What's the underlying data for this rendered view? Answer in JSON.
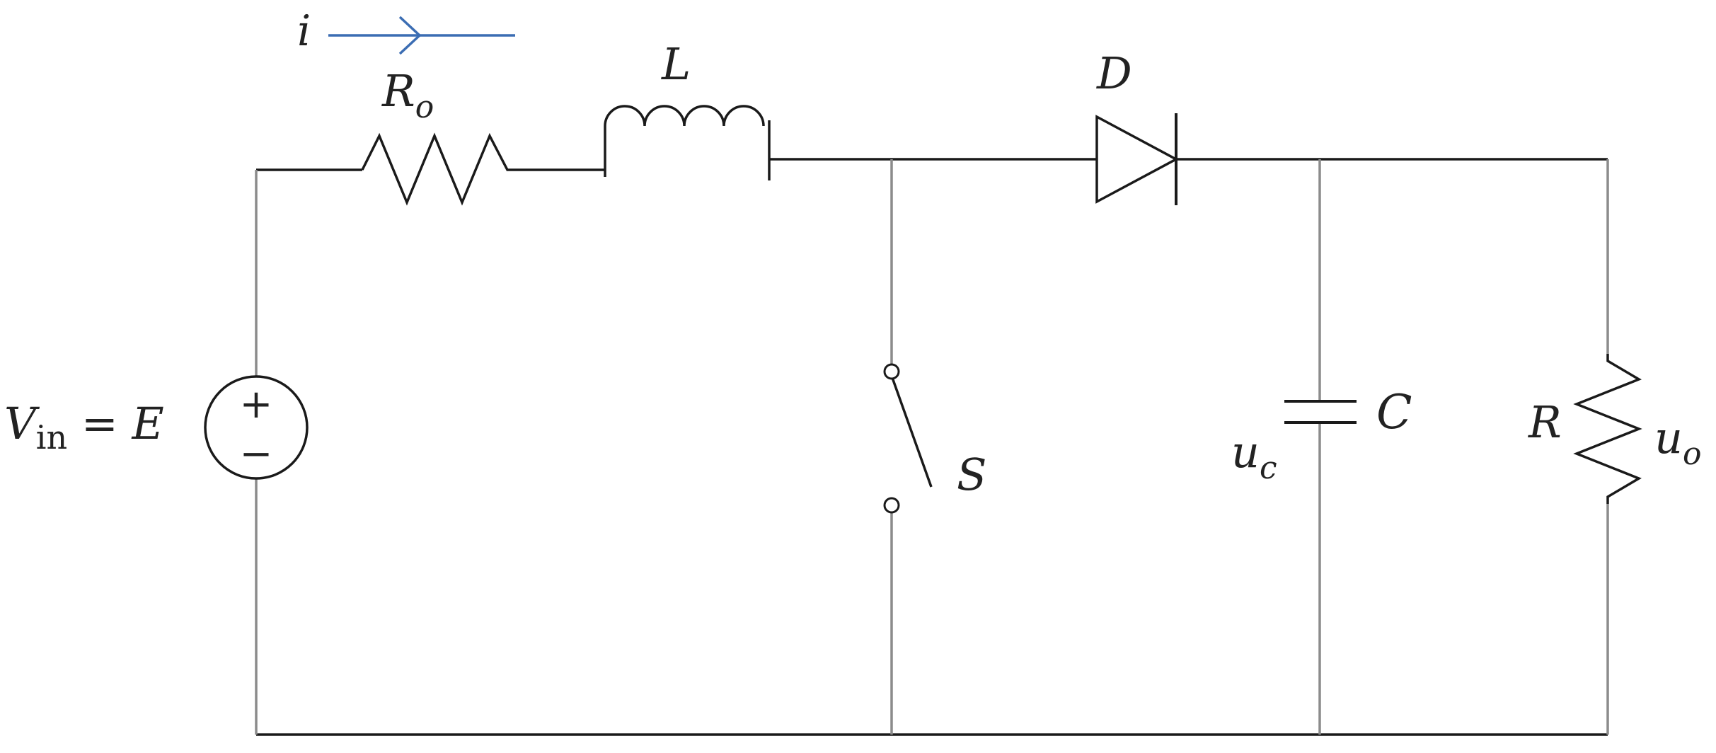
{
  "diagram": {
    "type": "circuit-schematic",
    "colors": {
      "wire_dark": "#1a1a1a",
      "wire_grey": "#8c8c8c",
      "current_arrow": "#3b6db3",
      "text": "#222222",
      "background": "#ffffff"
    },
    "labels": {
      "current": "i",
      "resistor_series_main": "R",
      "resistor_series_sub": "o",
      "inductor": "L",
      "diode": "D",
      "source_v": "V",
      "source_sub": "in",
      "source_eq": "= E",
      "source_plus": "+",
      "source_minus": "−",
      "switch": "S",
      "capacitor": "C",
      "cap_voltage_main": "u",
      "cap_voltage_sub": "c",
      "load_resistor": "R",
      "out_voltage_main": "u",
      "out_voltage_sub": "o"
    },
    "components": [
      {
        "id": "vin",
        "kind": "voltage-source"
      },
      {
        "id": "ro",
        "kind": "resistor"
      },
      {
        "id": "l",
        "kind": "inductor"
      },
      {
        "id": "d",
        "kind": "diode"
      },
      {
        "id": "s",
        "kind": "switch",
        "state": "open"
      },
      {
        "id": "c",
        "kind": "capacitor"
      },
      {
        "id": "r",
        "kind": "resistor"
      }
    ]
  }
}
